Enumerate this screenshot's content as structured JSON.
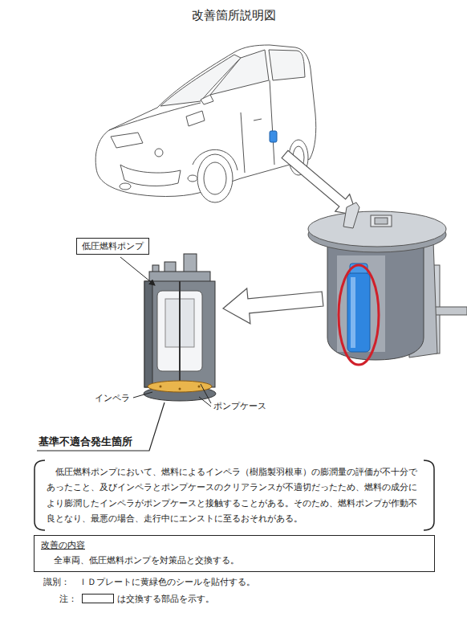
{
  "diagram": {
    "title": "改善箇所説明図",
    "nodes": [
      {
        "text": [
          "低圧燃料ポンプ"
        ]
      },
      {
        "text": [
          "低圧燃料ポンプにおいて、燃料によるインペラ（樹脂製羽根車）の膨潤量の評価が不十分であったこと、及びインペラとポンプケースのクリアランスが不適切だったため、燃料の成分により膨潤したインペラがポンプケースと接触することがある。そのため、燃料ポンプが作動不良となり、最悪の場合、走行中にエンストに至るおそれがある。"
        ]
      },
      {
        "text": [
          "改善の内容",
          "全車両、低圧燃料ポンプを対策品と交換する。"
        ]
      }
    ],
    "labels": [
      "インペラ",
      "ポンプケース",
      "基準不適合発生箇所",
      "識別：",
      "ＩＤプレートに黄緑色のシールを貼付する。",
      "注：",
      "は交換する部品を示す。"
    ]
  }
}
